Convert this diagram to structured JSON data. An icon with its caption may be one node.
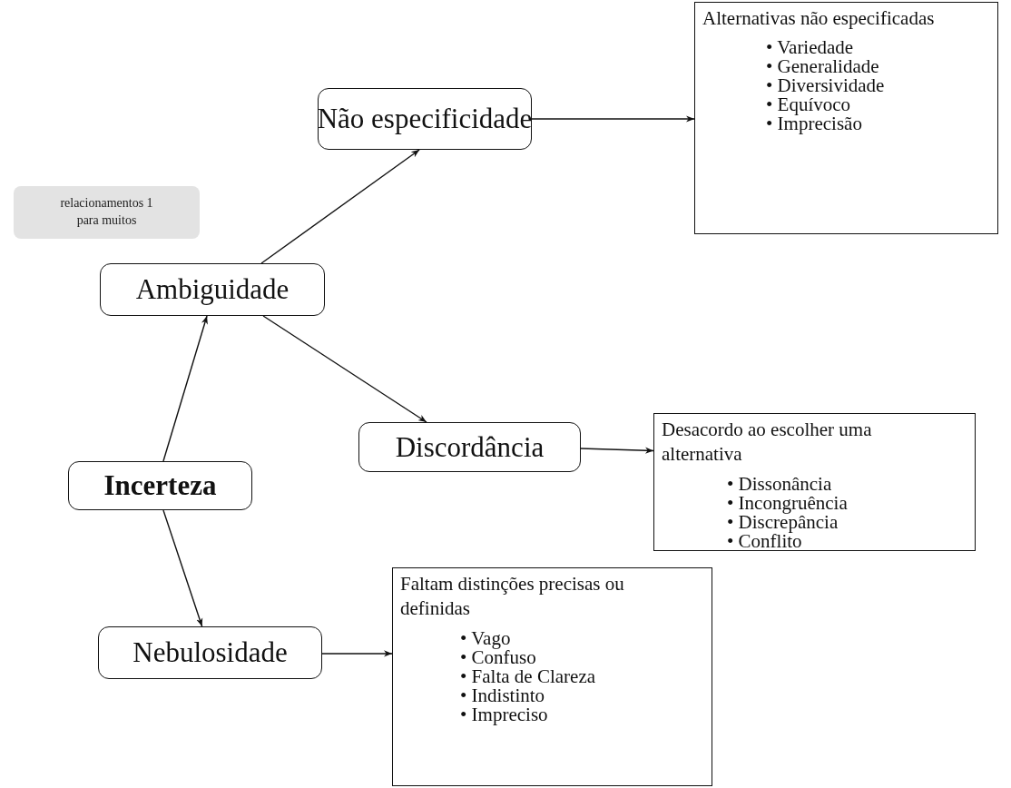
{
  "diagram": {
    "nodes": [
      {
        "text": [
          "Incerteza"
        ]
      },
      {
        "text": [
          "Ambiguidade"
        ]
      },
      {
        "text": [
          "Não especificidade"
        ]
      },
      {
        "text": [
          "Discordância"
        ]
      },
      {
        "text": [
          "Nebulosidade"
        ]
      },
      {
        "text": [
          "Alternativas não especificadas",
          "• Variedade",
          "• Generalidade",
          "• Diversividade",
          "• Equívoco",
          "• Imprecisão"
        ]
      },
      {
        "text": [
          "Desacordo ao escolher uma alternativa",
          "• Dissonância",
          "• Incongruência",
          "• Discrepância",
          "• Conflito"
        ]
      },
      {
        "text": [
          "Faltam distinções precisas ou definidas",
          "• Vago",
          "• Confuso",
          "• Falta de Clareza",
          "• Indistinto",
          "• Impreciso"
        ]
      },
      {
        "text": [
          "relacionamentos 1 para muitos"
        ]
      }
    ],
    "edges": [
      {
        "from": 0,
        "to": 1,
        "arrow": "to"
      },
      {
        "from": 0,
        "to": 4,
        "arrow": "to"
      },
      {
        "from": 1,
        "to": 2,
        "arrow": "to"
      },
      {
        "from": 1,
        "to": 3,
        "arrow": "to"
      },
      {
        "from": 2,
        "to": 5,
        "arrow": "to"
      },
      {
        "from": 3,
        "to": 6,
        "arrow": "to"
      },
      {
        "from": 4,
        "to": 7,
        "arrow": "to"
      }
    ]
  }
}
